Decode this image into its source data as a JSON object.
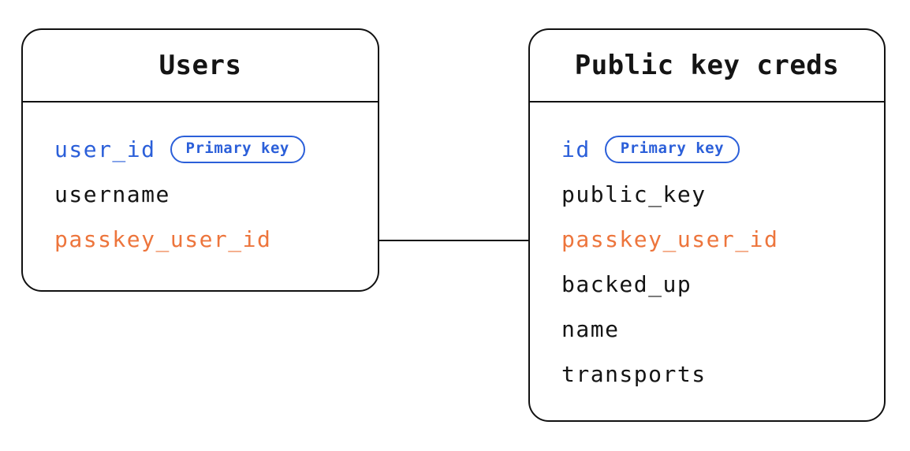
{
  "diagram": {
    "colors": {
      "background": "#ffffff",
      "border": "#111111",
      "text": "#141414",
      "blue": "#2b5fd9",
      "orange": "#ed753c"
    },
    "tables": [
      {
        "title": "Users",
        "fields": [
          {
            "name": "user_id",
            "style": "blue",
            "badge": "Primary key"
          },
          {
            "name": "username",
            "style": "default"
          },
          {
            "name": "passkey_user_id",
            "style": "orange"
          }
        ]
      },
      {
        "title": "Public key creds",
        "fields": [
          {
            "name": "id",
            "style": "blue",
            "badge": "Primary key"
          },
          {
            "name": "public_key",
            "style": "default"
          },
          {
            "name": "passkey_user_id",
            "style": "orange"
          },
          {
            "name": "backed_up",
            "style": "default"
          },
          {
            "name": "name",
            "style": "default"
          },
          {
            "name": "transports",
            "style": "default"
          }
        ]
      }
    ],
    "relationship": {
      "from_table": "Users",
      "from_field": "passkey_user_id",
      "to_table": "Public key creds",
      "to_field": "passkey_user_id"
    }
  }
}
